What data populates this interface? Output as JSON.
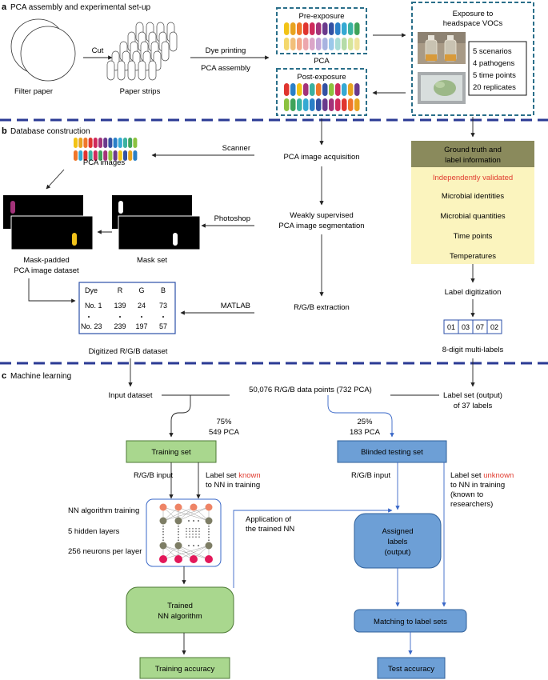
{
  "panel_a": {
    "letter": "a",
    "title": "PCA assembly and experimental set-up",
    "filter_paper": "Filter paper",
    "cut": "Cut",
    "paper_strips": "Paper strips",
    "dye_printing": "Dye printing",
    "pca_assembly": "PCA assembly",
    "pre_exposure": "Pre-exposure",
    "pca": "PCA",
    "post_exposure": "Post-exposure",
    "exposure_title_1": "Exposure to",
    "exposure_title_2": "headspace VOCs",
    "scenarios": "5 scenarios",
    "pathogens": "4 pathogens",
    "time_points": "5 time points",
    "replicates": "20 replicates"
  },
  "panel_b": {
    "letter": "b",
    "title": "Database construction",
    "scanner": "Scanner",
    "pca_images": "PCA images",
    "pca_image_acquisition": "PCA image acquisition",
    "photoshop": "Photoshop",
    "mask_padded_1": "Mask-padded",
    "mask_padded_2": "PCA image dataset",
    "mask_set": "Mask set",
    "weakly_1": "Weakly supervised",
    "weakly_2": "PCA image segmentation",
    "matlab": "MATLAB",
    "rgb_extraction": "R/G/B extraction",
    "digitized": "Digitized R/G/B dataset",
    "table_headers": [
      "Dye",
      "R",
      "G",
      "B"
    ],
    "table_rows": [
      [
        "No. 1",
        "139",
        "24",
        "73"
      ],
      [
        "No. 23",
        "239",
        "197",
        "57"
      ]
    ],
    "ground_truth_1": "Ground truth and",
    "ground_truth_2": "label information",
    "independently_validated": "Independently validated",
    "label_items": [
      "Microbial identities",
      "Microbial quantities",
      "Time points",
      "Temperatures"
    ],
    "label_digitization": "Label digitization",
    "digits": [
      "01",
      "03",
      "07",
      "02"
    ],
    "multi_labels": "8-digit multi-labels"
  },
  "panel_c": {
    "letter": "c",
    "title": "Machine learning",
    "input_dataset": "Input dataset",
    "data_points": "50,076 R/G/B data points (732 PCA)",
    "label_set_output_1": "Label set (output)",
    "label_set_output_2": "of 37 labels",
    "pct_train": "75%",
    "pca_train": "549 PCA",
    "pct_test": "25%",
    "pca_test": "183 PCA",
    "training_set": "Training set",
    "blinded_testing_set": "Blinded testing set",
    "rgb_input_left": "R/G/B input",
    "rgb_input_right": "R/G/B input",
    "label_known_pre": "Label set ",
    "label_known_word": "known",
    "label_known_2": "to NN in training",
    "label_unknown_pre": "Label set ",
    "label_unknown_word": "unknown",
    "label_unknown_2": "to NN in training",
    "label_unknown_3": "(known to",
    "label_unknown_4": "researchers)",
    "nn_training": "NN algorithm training",
    "hidden_layers": "5 hidden layers",
    "neurons": "256 neurons per layer",
    "application_1": "Application of",
    "application_2": "the trained NN",
    "assigned_1": "Assigned",
    "assigned_2": "labels",
    "assigned_3": "(output)",
    "trained_1": "Trained",
    "trained_2": "NN algorithm",
    "matching": "Matching to label sets",
    "training_accuracy": "Training accuracy",
    "test_accuracy": "Test accuracy"
  },
  "colors": {
    "divider": "#2b3a94",
    "dashed_box": "#2a6f8a",
    "green_fill": "#a9d78e",
    "green_stroke": "#4d7a35",
    "blue_fill": "#6d9fd6",
    "blue_stroke": "#2e5f9a",
    "blue_arrow": "#3a68c8",
    "olive": "#8a8a5c",
    "cream": "#fbf4be",
    "red": "#e03b2f",
    "nn_gray": "#7d7d65",
    "nn_orange": "#ee8466",
    "nn_red": "#e3185a"
  },
  "dye_colors": [
    "#f2c316",
    "#e8a320",
    "#f0772a",
    "#e0352f",
    "#cf2b5c",
    "#a3337a",
    "#6a3a8c",
    "#3451a3",
    "#2a80c8",
    "#35a9d3",
    "#3bb2a1",
    "#3fa35a",
    "#8cc23f"
  ],
  "dye_colors_pale": [
    "#f4d86c",
    "#f2bf7a",
    "#f4a78a",
    "#eda6ad",
    "#dba5c8",
    "#c3a6d8",
    "#a8b3e0",
    "#9bc8ea",
    "#a8dcd6",
    "#b5dca8",
    "#d6e59a",
    "#efe39c",
    "#f0c9a0"
  ]
}
